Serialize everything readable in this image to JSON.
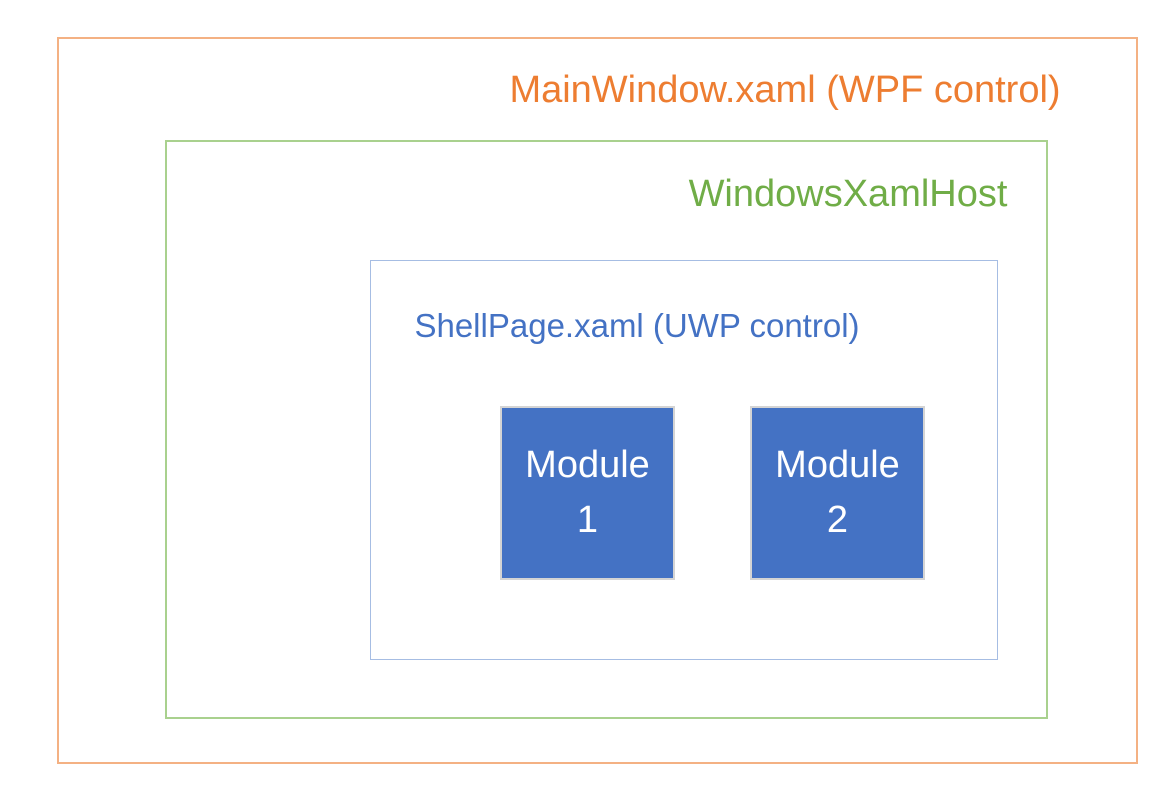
{
  "diagram": {
    "background_color": "#FFFFFF",
    "mainwindow": {
      "label": "MainWindow.xaml (WPF control)",
      "text_color": "#ED7D31",
      "border_color": "#F4B183"
    },
    "xamlhost": {
      "label": "WindowsXamlHost",
      "text_color": "#70AD47",
      "border_color": "#A9D18E"
    },
    "shellpage": {
      "label": "ShellPage.xaml (UWP control)",
      "text_color": "#4472C4",
      "border_color": "#A6BDE3"
    },
    "modules": [
      {
        "name": "Module",
        "number": "1",
        "fill_color": "#4472C4",
        "text_color": "#FFFFFF",
        "border_color": "#D4D4D4"
      },
      {
        "name": "Module",
        "number": "2",
        "fill_color": "#4472C4",
        "text_color": "#FFFFFF",
        "border_color": "#D4D4D4"
      }
    ]
  }
}
